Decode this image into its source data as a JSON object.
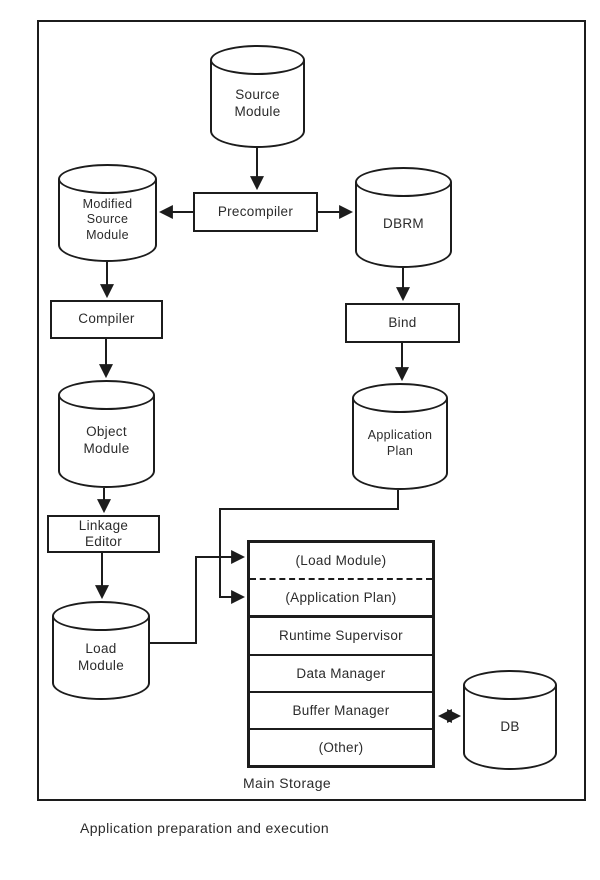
{
  "colors": {
    "ink": "#1c1c1c",
    "paper": "#ffffff"
  },
  "caption": "Application preparation and execution",
  "nodes": {
    "source_module": "Source\nModule",
    "precompiler": "Precompiler",
    "modified_source_module": "Modified\nSource\nModule",
    "dbrm": "DBRM",
    "compiler": "Compiler",
    "bind": "Bind",
    "object_module": "Object\nModule",
    "application_plan": "Application\nPlan",
    "linkage_editor": "Linkage\nEditor",
    "load_module": "Load\nModule",
    "db": "DB"
  },
  "main_storage": {
    "label": "Main Storage",
    "rows": [
      "(Load Module)",
      "(Application Plan)",
      "Runtime Supervisor",
      "Data Manager",
      "Buffer Manager",
      "(Other)"
    ]
  }
}
